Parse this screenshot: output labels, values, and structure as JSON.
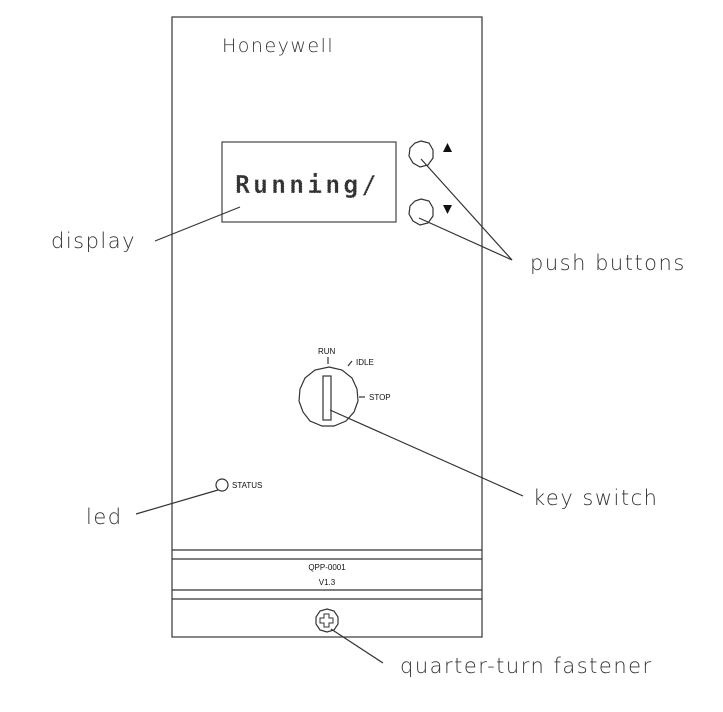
{
  "brand": "Honeywell",
  "display": {
    "text": "Running/"
  },
  "push_buttons": {
    "up_icon": "triangle-up",
    "down_icon": "triangle-down"
  },
  "key_switch": {
    "positions": [
      "RUN",
      "IDLE",
      "STOP"
    ]
  },
  "led": {
    "label": "STATUS"
  },
  "model_plate": {
    "part_number": "QPP-0001",
    "version": "V1.3"
  },
  "callouts": {
    "display": "display",
    "push_buttons": "push buttons",
    "key_switch": "key switch",
    "led": "led",
    "fastener": "quarter-turn fastener"
  },
  "colors": {
    "line": "#333333",
    "background": "#ffffff"
  }
}
